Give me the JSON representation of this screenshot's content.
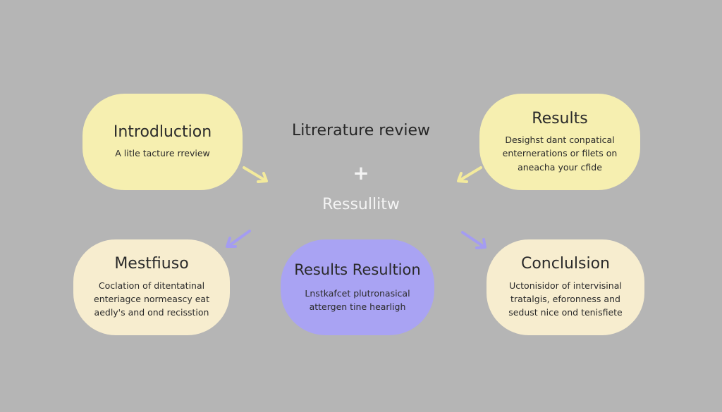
{
  "colors": {
    "background": "#b5b5b5",
    "yellow_node": "#f6efb0",
    "cream_node": "#f7edcf",
    "purple_node": "#a9a3f3",
    "yellow_arrow": "#f3ea9c",
    "purple_arrow": "#a49cf1"
  },
  "hub": {
    "title": "Litrerature review",
    "plus": "+",
    "subtitle": "Ressullitw"
  },
  "nodes": {
    "introduction": {
      "title": "Introdluction",
      "body": "A litle tacture rreview"
    },
    "results_top": {
      "title": "Results",
      "lines": [
        "Desighst dant conpatical",
        "enternerations or filets on",
        "aneacha your cfide"
      ]
    },
    "methods": {
      "title": "Mestfiuso",
      "lines": [
        "Coclation of ditentatinal",
        "enteriagce normeascy eat",
        "aedly's and ond recisstion"
      ]
    },
    "center": {
      "title": "Results Resultion",
      "lines": [
        "Lnstkafcet plutronasical",
        "attergen tine hearligh"
      ]
    },
    "conclusion": {
      "title": "Conclulsion",
      "lines": [
        "Uctonisidor of intervisinal",
        "tratalgis, eforonness and",
        "sedust nice ond tenisfiete"
      ]
    }
  }
}
